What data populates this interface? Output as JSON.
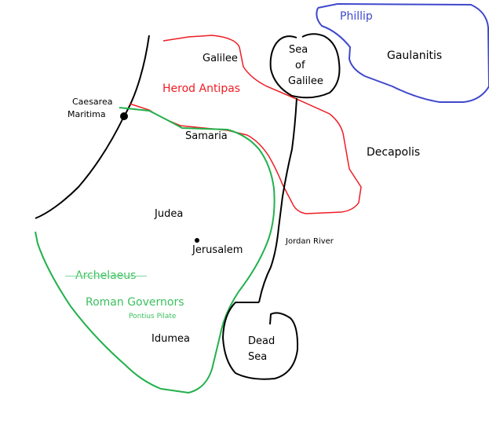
{
  "colors": {
    "galilee_border": "#ee1c24",
    "judea_border": "#22b14c",
    "phillip_border": "#3f48cc",
    "coast_and_water": "#000000"
  },
  "labels": {
    "phillip": "Phillip",
    "gaulanitis": "Gaulanitis",
    "galilee": "Galilee",
    "sea_of_galilee": [
      "Sea",
      "of",
      "Galilee"
    ],
    "herod_antipas": "Herod Antipas",
    "caesarea_maritima": [
      "Caesarea",
      "Maritima"
    ],
    "samaria": "Samaria",
    "decapolis": "Decapolis",
    "judea": "Judea",
    "jerusalem": "Jerusalem",
    "jordan_river": "Jordan River",
    "archelaeus": "Archelaeus",
    "roman_governors": "Roman Governors",
    "pontius_pilate": "Pontius Pilate",
    "idumea": "Idumea",
    "dead_sea": [
      "Dead",
      "Sea"
    ]
  }
}
